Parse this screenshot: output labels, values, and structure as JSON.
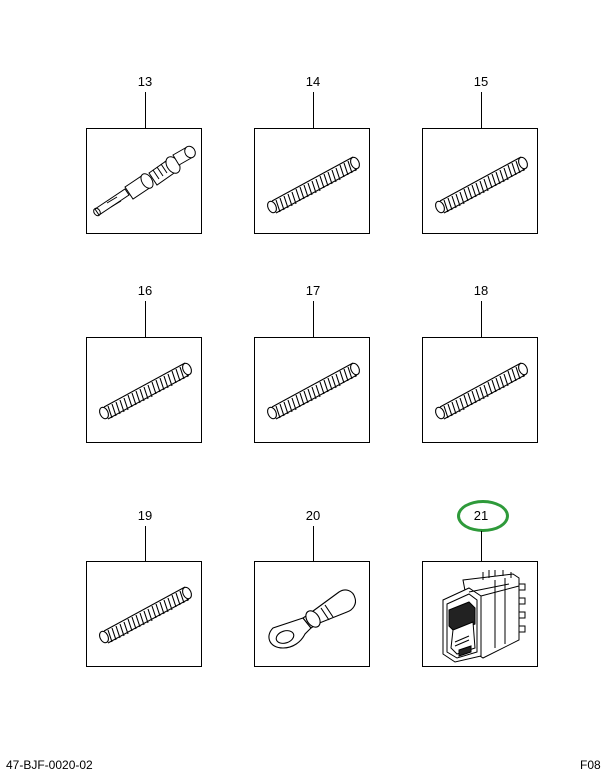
{
  "callouts": [
    {
      "id": "item-13",
      "label": "13"
    },
    {
      "id": "item-14",
      "label": "14"
    },
    {
      "id": "item-15",
      "label": "15"
    },
    {
      "id": "item-16",
      "label": "16"
    },
    {
      "id": "item-17",
      "label": "17"
    },
    {
      "id": "item-18",
      "label": "18"
    },
    {
      "id": "item-19",
      "label": "19"
    },
    {
      "id": "item-20",
      "label": "20"
    },
    {
      "id": "item-21",
      "label": "21"
    }
  ],
  "footer": {
    "drawing_number": "47-BJF-0020-02",
    "page_code": "F08"
  },
  "colors": {
    "highlight": "#2e9a3a",
    "line": "#000000"
  },
  "icons": {
    "item-13": "terminal-pin-icon",
    "item-14": "coil-spring-icon",
    "item-15": "coil-spring-icon",
    "item-16": "coil-spring-icon",
    "item-17": "coil-spring-icon",
    "item-18": "coil-spring-icon",
    "item-19": "coil-spring-icon",
    "item-20": "ring-terminal-icon",
    "item-21": "rocker-switch-icon"
  }
}
